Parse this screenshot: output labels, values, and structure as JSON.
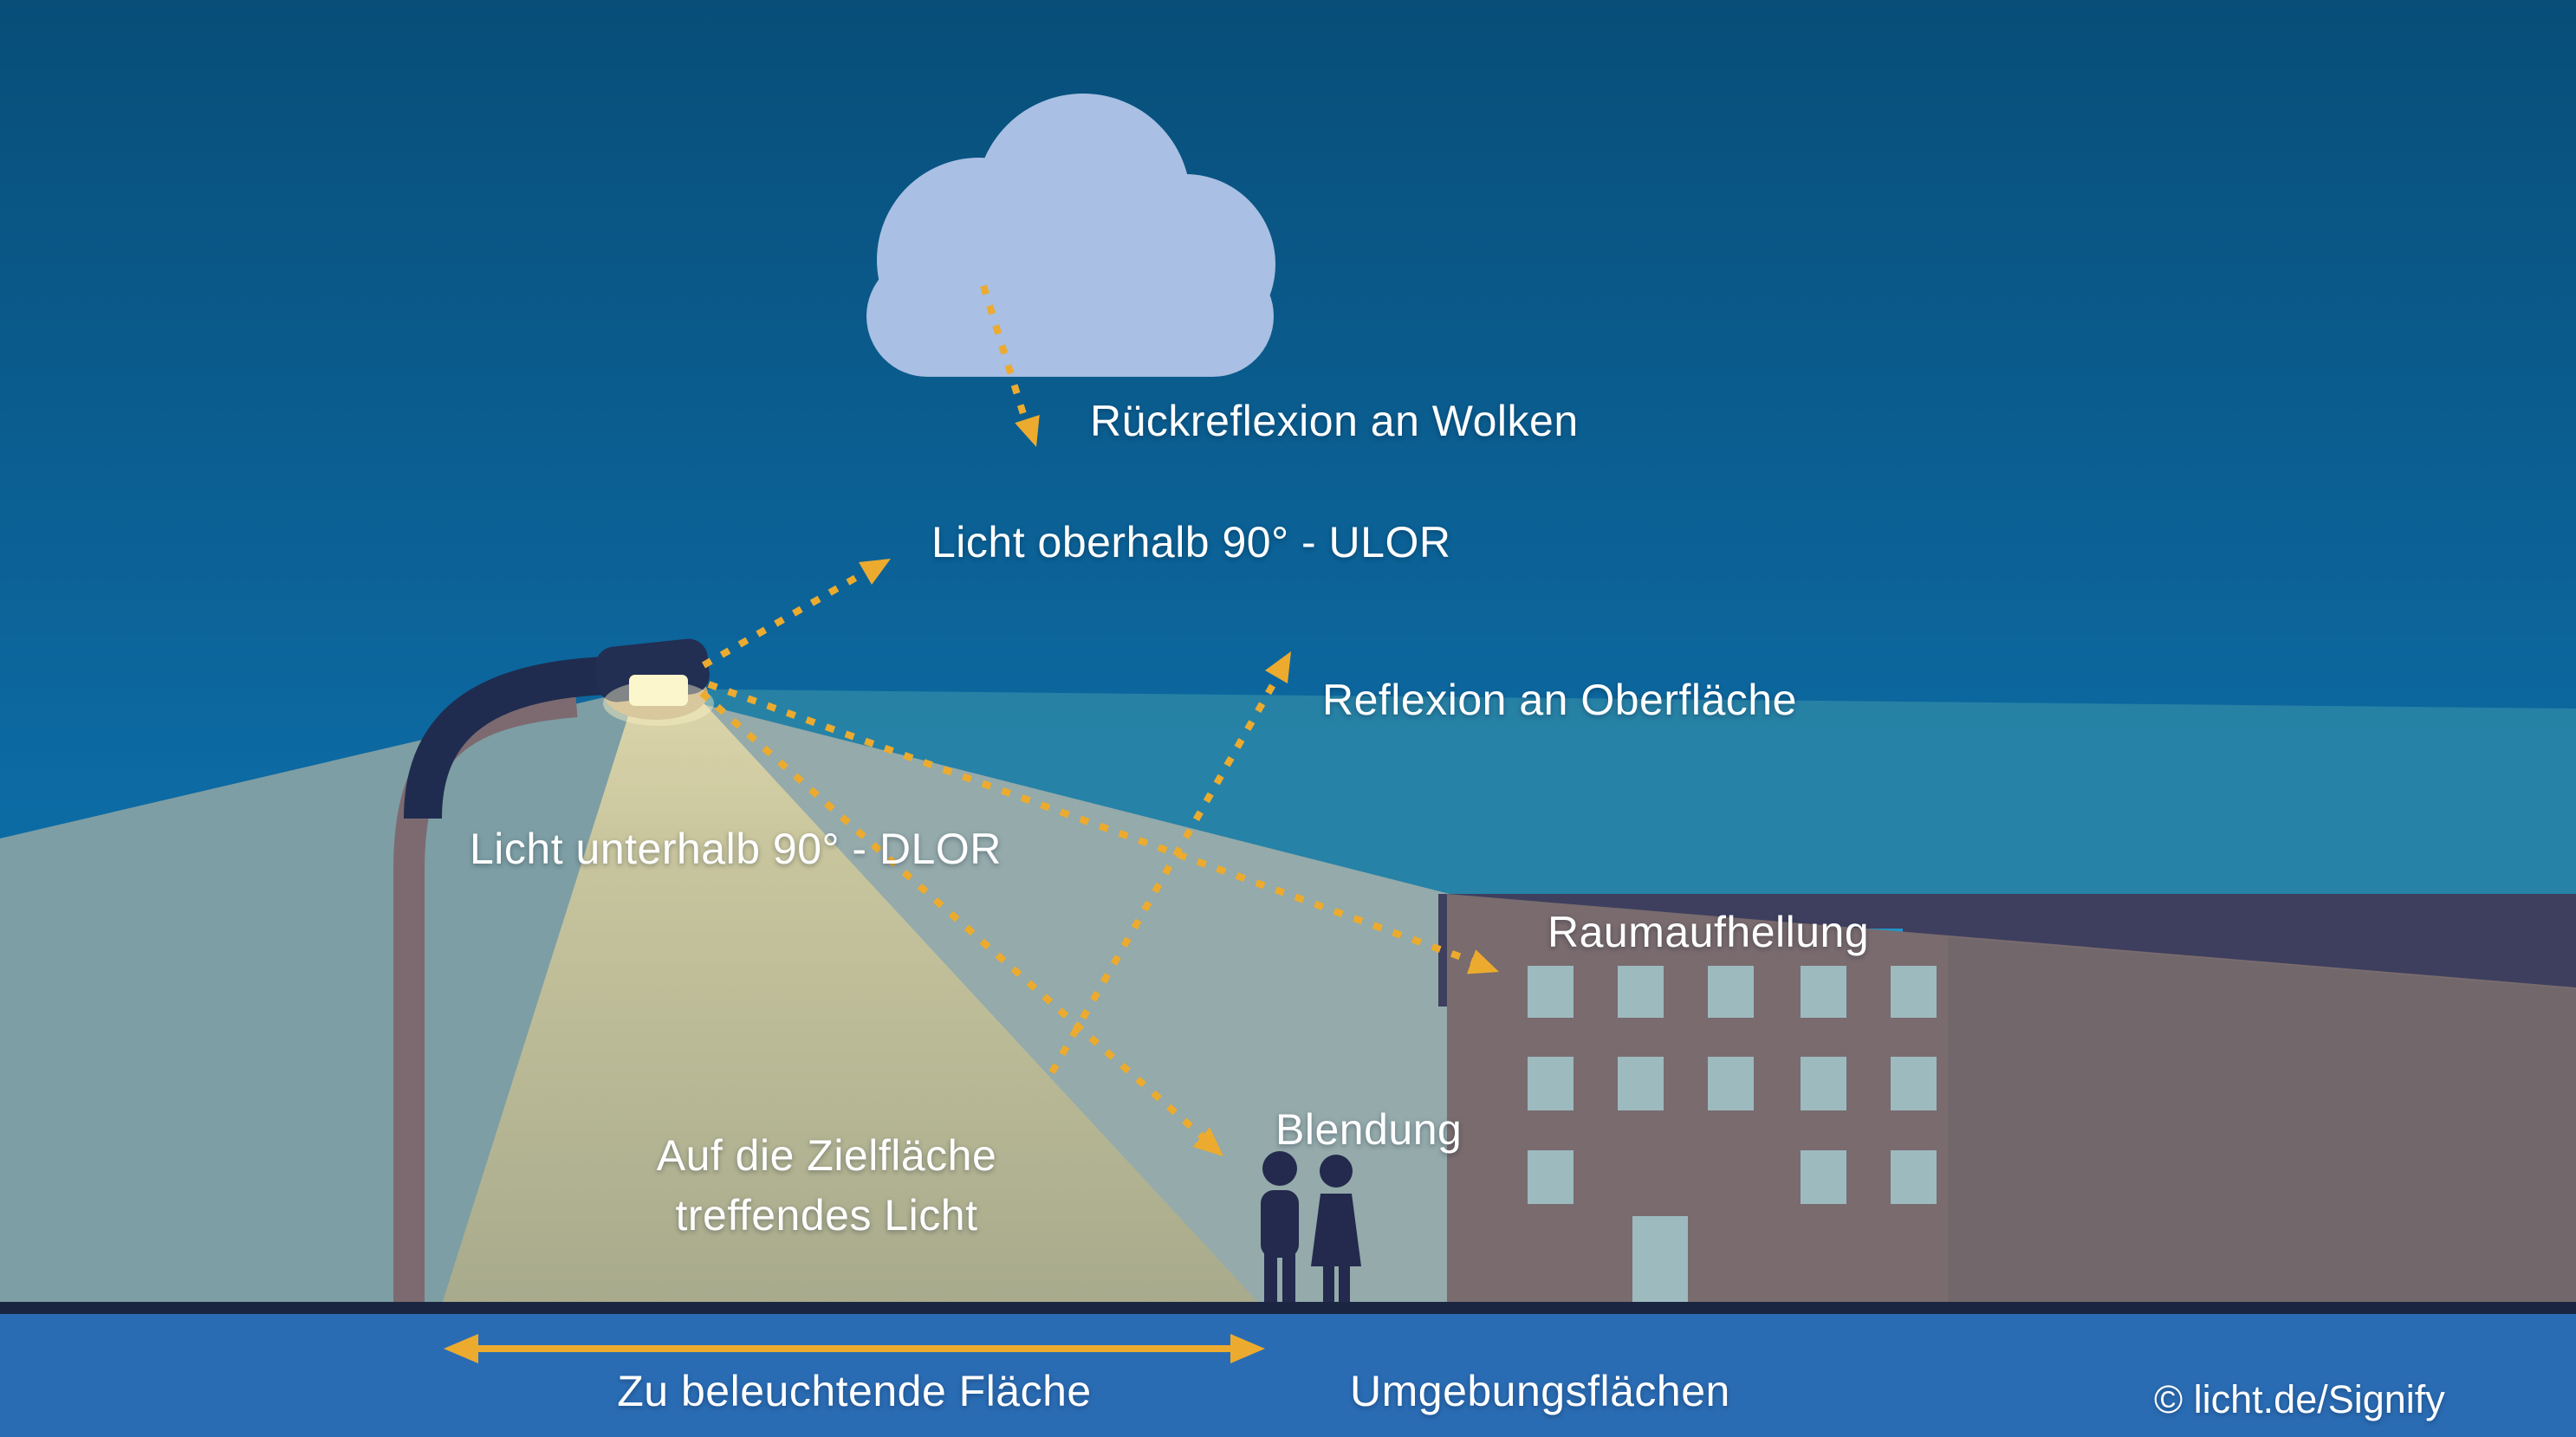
{
  "diagram": {
    "description": "Street lighting / obtrusive light infographic (German)",
    "labels": {
      "rueckreflexion": "Rückreflexion an Wolken",
      "ulor": "Licht oberhalb 90° - ULOR",
      "reflexion": "Reflexion an Oberfläche",
      "dlor": "Licht unterhalb 90° - DLOR",
      "raumaufhellung": "Raumaufhellung",
      "blendung": "Blendung",
      "zielflaeche_line1": "Auf die Zielfläche",
      "zielflaeche_line2": "treffendes Licht",
      "zu_beleuchtende": "Zu beleuchtende Fläche",
      "umgebungsflaechen": "Umgebungsflächen",
      "copyright": "© licht.de/Signify"
    },
    "colors": {
      "sky_top": "#084e79",
      "sky_bottom": "#0d6ba4",
      "beam_upper_teal": "#2a85a6",
      "beam_lower_gray": "#94aaab",
      "beam_left": "#7d9ea4",
      "cone_top": "#ddd6ab",
      "cone_bottom": "#a7aa8c",
      "horizon_band_navy": "#3e3f5e",
      "building_brown": "#796b6e",
      "window_teal": "#9dbabf",
      "cloud_blue": "#a9bfe3",
      "pole_mauve": "#7d6a70",
      "lamp_arm_navy": "#1f2c4f",
      "lamp_body_navy": "#222e52",
      "lamp_light": "#fcf6cc",
      "people_navy": "#232a4d",
      "arrow_yellow": "#ecab2e",
      "ground_line": "#1a2641",
      "footer_bar_blue": "#2a6cb4",
      "text": "#ffffff"
    }
  }
}
